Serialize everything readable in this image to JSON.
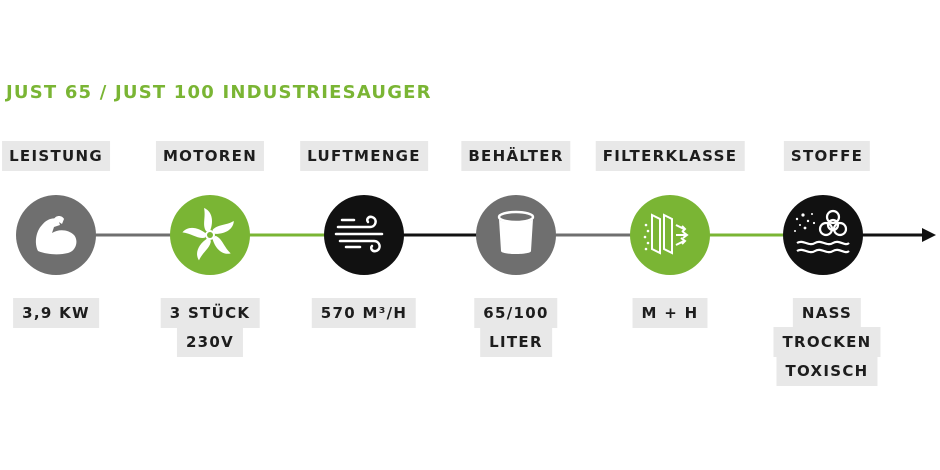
{
  "title": "JUST 65 / JUST 100 INDUSTRIESAUGER",
  "colors": {
    "green": "#7ab534",
    "gray": "#6f6f6f",
    "black": "#111111",
    "pill": "#e8e8e8"
  },
  "steps": [
    {
      "label": "LEISTUNG",
      "icon": "muscle-arm-icon",
      "values": [
        "3,9 KW"
      ]
    },
    {
      "label": "MOTOREN",
      "icon": "fan-icon",
      "values": [
        "3 STÜCK",
        "230V"
      ]
    },
    {
      "label": "LUFTMENGE",
      "icon": "wind-icon",
      "values": [
        "570 M³/H"
      ]
    },
    {
      "label": "BEHÄLTER",
      "icon": "container-icon",
      "values": [
        "65/100",
        "LITER"
      ]
    },
    {
      "label": "FILTERKLASSE",
      "icon": "filter-icon",
      "values": [
        "M + H"
      ]
    },
    {
      "label": "STOFFE",
      "icon": "biohazard-icon",
      "values": [
        "NASS",
        "TROCKEN",
        "TOXISCH"
      ]
    }
  ]
}
